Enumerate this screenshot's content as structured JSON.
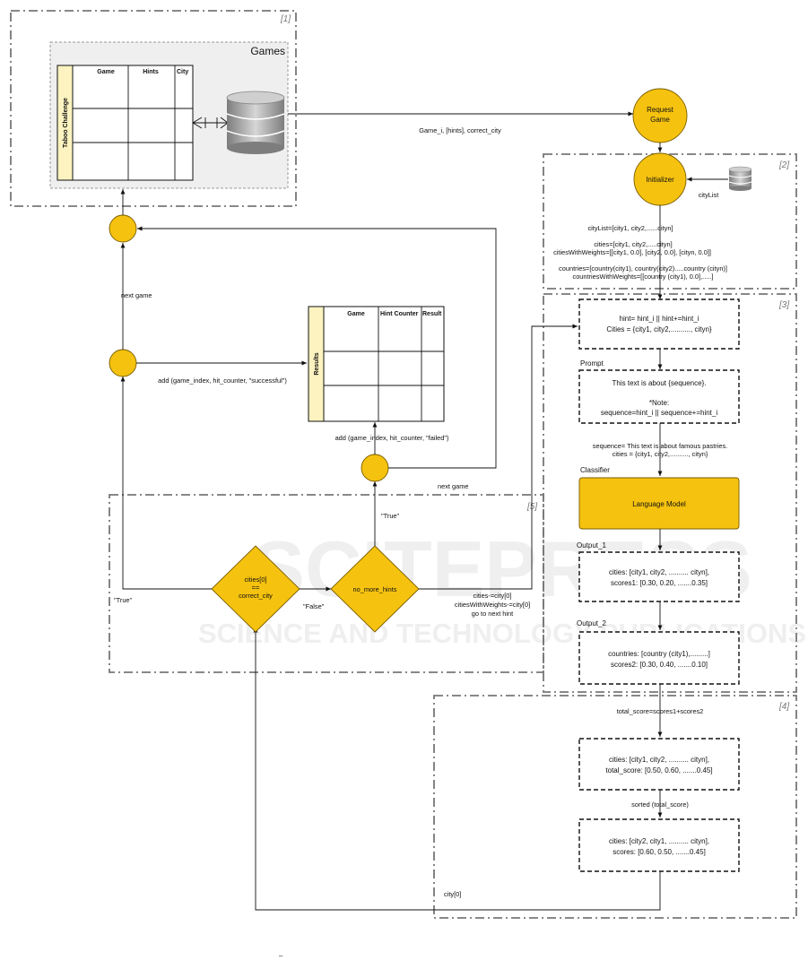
{
  "sections": {
    "s1": "[1]",
    "s2": "[2]",
    "s3": "[3]",
    "s4": "[4]",
    "s5": "[5]"
  },
  "games": {
    "title": "Games",
    "table_title": "Taboo Challenge",
    "columns": [
      "Game",
      "Hints",
      "City"
    ]
  },
  "results": {
    "table_title": "Results",
    "columns": [
      "Game",
      "Hint Counter",
      "Result"
    ]
  },
  "nodes": {
    "request_game": [
      "Request",
      "Game"
    ],
    "initializer": "Initializer",
    "language_model": "Language Model",
    "diamond1": [
      "cities[0]",
      "==",
      "correct_city"
    ],
    "diamond2": "no_more_hints"
  },
  "labels": {
    "game_edge": "Game_i, [hints], correct_city",
    "city_list_db": "cityList",
    "init_text": [
      "cityList=[city1, city2,......cityn]",
      "",
      "cities=[city1, city2,.....cityn]",
      "citiesWithWeights=[[city1, 0.0], [city2, 0.0], [cityn, 0.0]]",
      "",
      "countries=[country(city1), country(city2).....country (cityn)]",
      "countriesWithWeights=[[country (city1), 0.0],.....]"
    ],
    "next_game_1": "next game",
    "add_success": "add (game_index, hit_counter, \"successful\")",
    "add_failed": "add (game_index, hit_counter, \"failed\")",
    "next_game_2": "next game",
    "true_1": "\"True\"",
    "true_2": "\"True\"",
    "false": "\"False\"",
    "remove_city": [
      "cities-=city[0]",
      "citiesWithWeights-=city[0]",
      "go to next hint"
    ],
    "prompt": "Prompt",
    "sequence": [
      "sequence= This text is about famous pastries.",
      "cities = {city1, city2,.........., cityn}"
    ],
    "classifier": "Classifier",
    "output_1": "Output_1",
    "output_2": "Output_2",
    "total_score": "total_score=scores1+scores2",
    "sorted": "sorted (total_score)",
    "city0": "city[0]",
    "footer": "–"
  },
  "boxes": {
    "hint": [
      "hint= hint_i || hint+=hint_i",
      "Cities = {city1, city2,.........., cityn}"
    ],
    "prompt": [
      "This text is about {sequence}.",
      "",
      "*Note:",
      "sequence=hint_i || sequence+=hint_i"
    ],
    "out1": [
      "cities: [city1, city2, .......... cityn],",
      "scores1: [0.30, 0.20, .......0.35]"
    ],
    "out2": [
      "countries: [country (city1),.........]",
      "scores2: [0.30, 0.40, .......0.10]"
    ],
    "total": [
      "cities: [city1, city2, .......... cityn],",
      "total_score: [0.50, 0.60, .......0.45]"
    ],
    "sorted": [
      "cities: [city2, city1, .......... cityn],",
      "scores: [0.60, 0.50, .......0.45]"
    ]
  },
  "watermark": [
    "SCITEPRESS",
    "SCIENCE AND TECHNOLOGY PUBLICATIONS"
  ],
  "colors": {
    "node_fill": "#f5c20f",
    "table_header": "#fdf3c0",
    "frame": "#777777"
  }
}
